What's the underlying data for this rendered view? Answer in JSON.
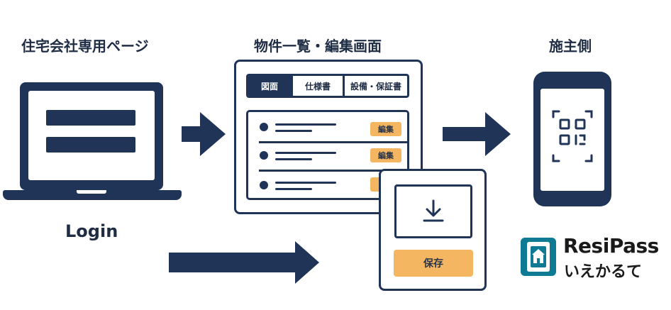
{
  "headings": {
    "builder_page": "住宅会社専用ページ",
    "property_edit": "物件一覧・編集画面",
    "owner_side": "施主側"
  },
  "laptop": {
    "login_label": "Login"
  },
  "editor": {
    "tabs": [
      {
        "label": "図面",
        "active": true
      },
      {
        "label": "仕様書",
        "active": false
      },
      {
        "label": "設備・保証書",
        "active": false
      }
    ],
    "rows": [
      {
        "button_label": "編集"
      },
      {
        "button_label": "編集"
      },
      {
        "button_label": ""
      }
    ]
  },
  "save_dialog": {
    "save_label": "保存"
  },
  "logo": {
    "name": "ResiPass",
    "sub": "いえかるて"
  },
  "colors": {
    "navy": "#1f3457",
    "accent": "#f5b661",
    "logo_teal": "#0e7a94"
  }
}
